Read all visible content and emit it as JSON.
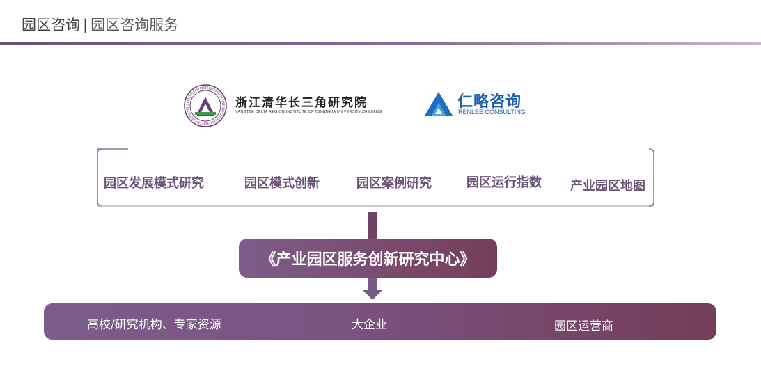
{
  "header": {
    "title": "园区咨询",
    "separator": "|",
    "subtitle": "园区咨询服务"
  },
  "logos": {
    "tsinghua": {
      "name_cn": "浙江清华长三角研究院",
      "name_en": "YANGTZE DELTA REGION INSTITUTE OF TSINGHUA UNIVERSITY,ZHEJIANG"
    },
    "renlee": {
      "name_cn": "仁略咨询",
      "name_en": "RENLEE CONSULTING",
      "color": "#1f5fae"
    }
  },
  "modules": [
    "园区发展模式研究",
    "园区模式创新",
    "园区案例研究",
    "园区运行指数",
    "产业园区地图"
  ],
  "center": {
    "label": "《产业园区服务创新研究中心》"
  },
  "bottom": [
    "高校/研究机构、专家资源",
    "大企业",
    "园区运营商"
  ],
  "colors": {
    "accent_purple": "#7c5d8a",
    "accent_wine": "#743e5a",
    "module_text": "#6a5176"
  }
}
